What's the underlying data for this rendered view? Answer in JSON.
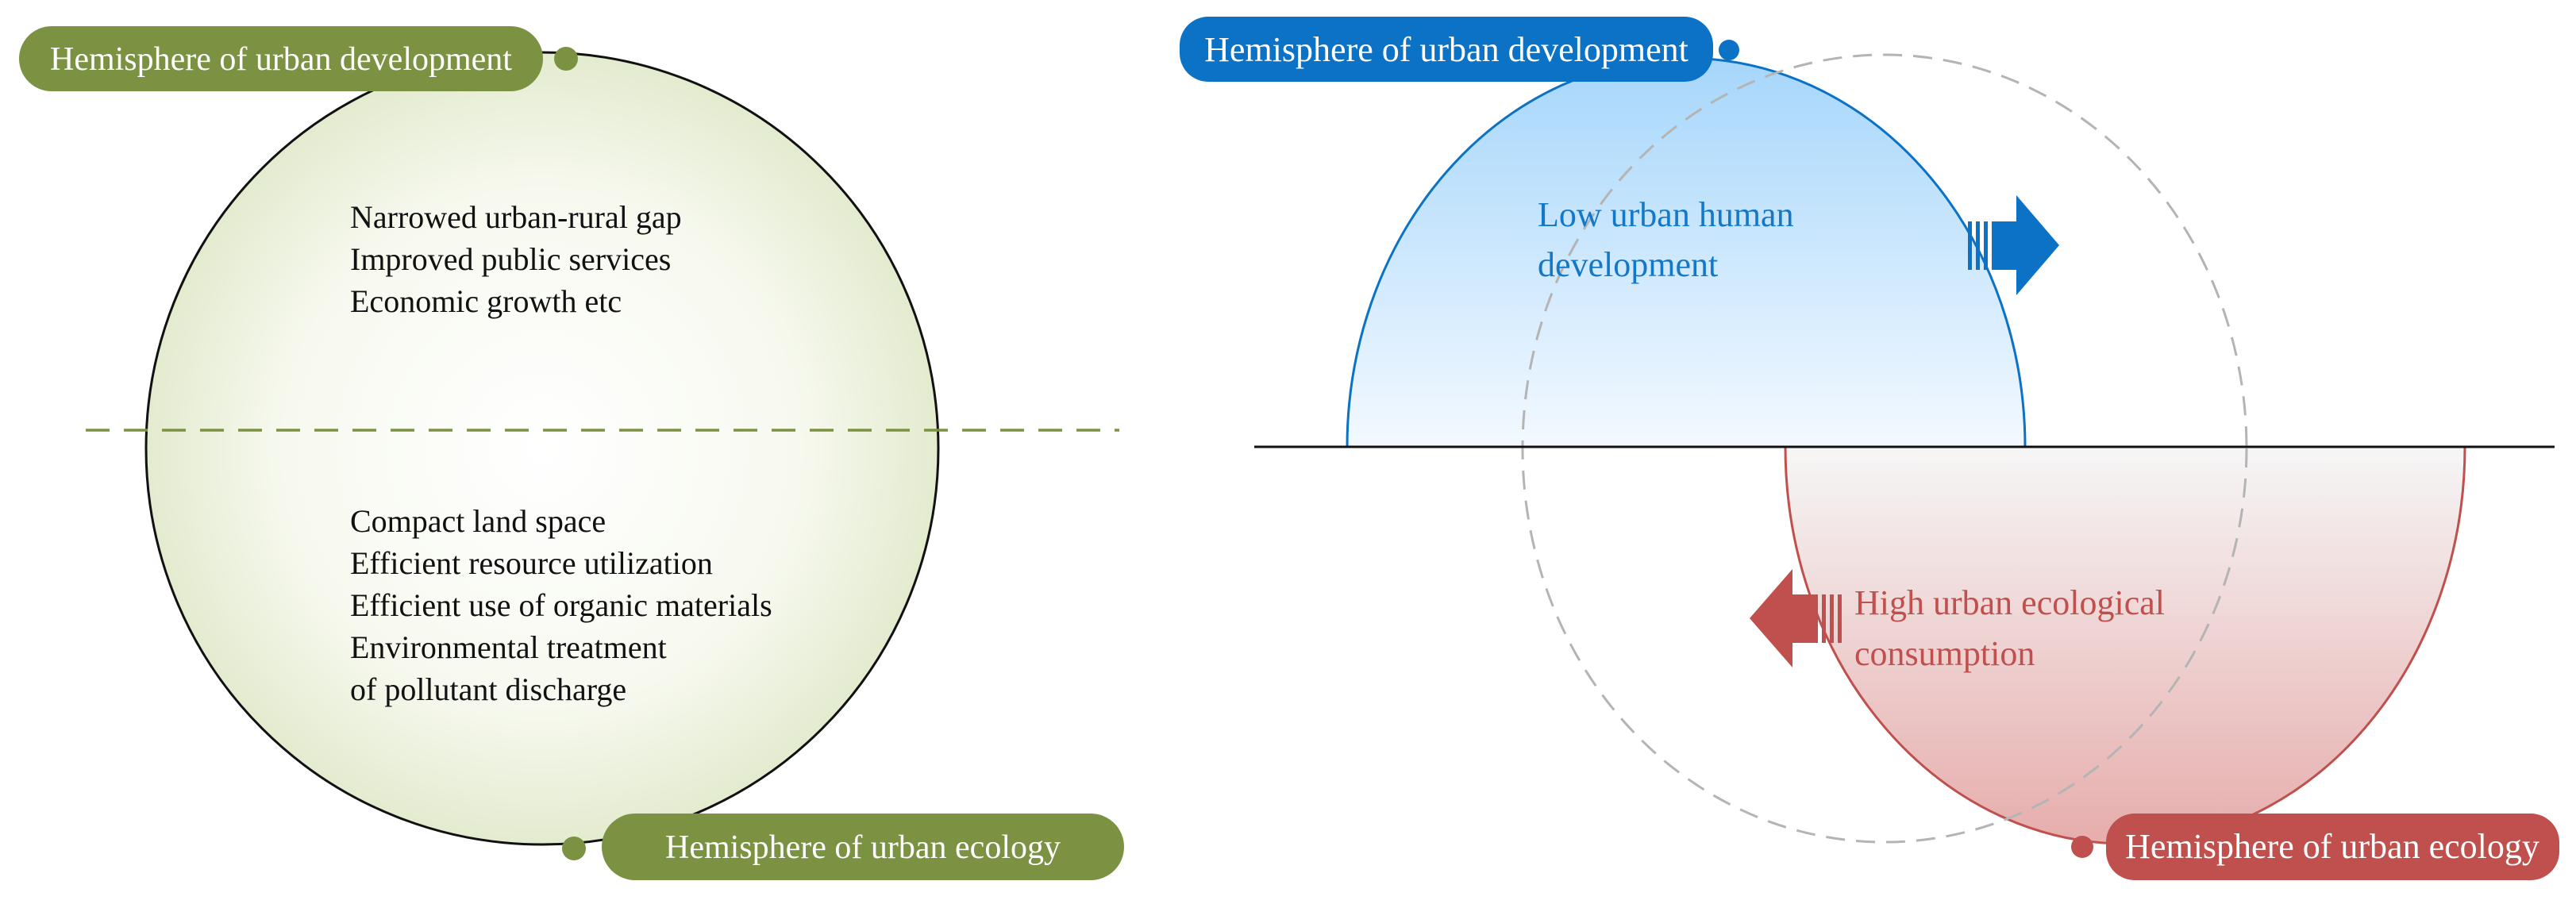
{
  "left_panel": {
    "top_label": "Hemisphere of urban development",
    "bottom_label": "Hemisphere of urban ecology",
    "development_items": [
      "Narrowed urban-rural gap",
      "Improved public services",
      "Economic growth etc"
    ],
    "ecology_items": [
      "Compact land space",
      "Efficient resource utilization",
      "Efficient use of organic materials",
      "Environmental treatment",
      "of pollutant discharge"
    ]
  },
  "right_panel": {
    "top_label": "Hemisphere of urban development",
    "bottom_label": "Hemisphere of urban ecology",
    "development_text": [
      "Low urban human",
      "development"
    ],
    "ecology_text": [
      "High urban ecological",
      "consumption"
    ]
  },
  "colors": {
    "green": "#7b9242",
    "blue": "#0b72c6",
    "red": "#c0504d",
    "dashed_gray": "#b4b4b4",
    "text_dark": "#111111"
  }
}
